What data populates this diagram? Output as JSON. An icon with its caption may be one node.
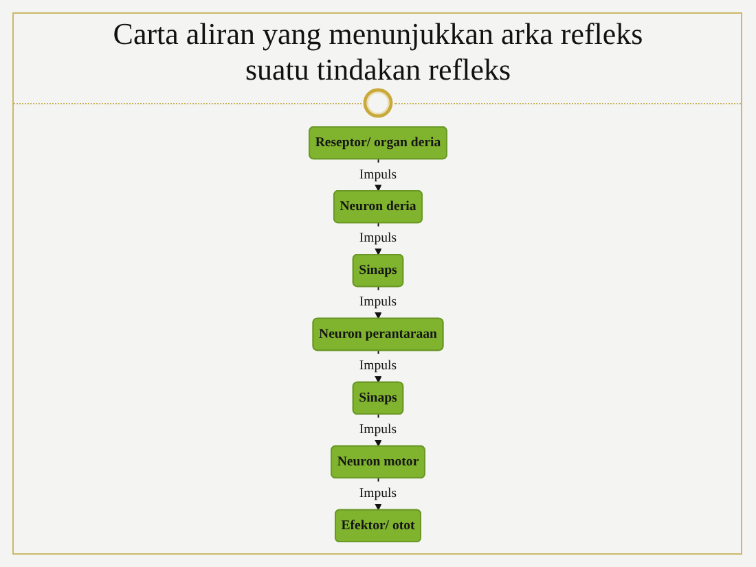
{
  "diagram": {
    "title": "Carta aliran yang menunjukkan arka refleks suatu tindakan refleks",
    "nodes": [
      {
        "text": [
          "Reseptor/ organ deria"
        ]
      },
      {
        "text": [
          "Neuron deria"
        ]
      },
      {
        "text": [
          "Sinaps"
        ]
      },
      {
        "text": [
          "Neuron perantaraan"
        ]
      },
      {
        "text": [
          "Sinaps"
        ]
      },
      {
        "text": [
          "Neuron motor"
        ]
      },
      {
        "text": [
          "Efektor/ otot"
        ]
      }
    ],
    "edges": [
      {
        "from": 0,
        "to": 1,
        "arrow": "to",
        "label": "Impuls",
        "style": "dashed"
      },
      {
        "from": 1,
        "to": 2,
        "arrow": "to",
        "label": "Impuls",
        "style": "dashed"
      },
      {
        "from": 2,
        "to": 3,
        "arrow": "to",
        "label": "Impuls",
        "style": "dashed"
      },
      {
        "from": 3,
        "to": 4,
        "arrow": "to",
        "label": "Impuls",
        "style": "dashed"
      },
      {
        "from": 4,
        "to": 5,
        "arrow": "to",
        "label": "Impuls",
        "style": "dashed"
      },
      {
        "from": 5,
        "to": 6,
        "arrow": "to",
        "label": "Impuls",
        "style": "dashed"
      }
    ]
  }
}
